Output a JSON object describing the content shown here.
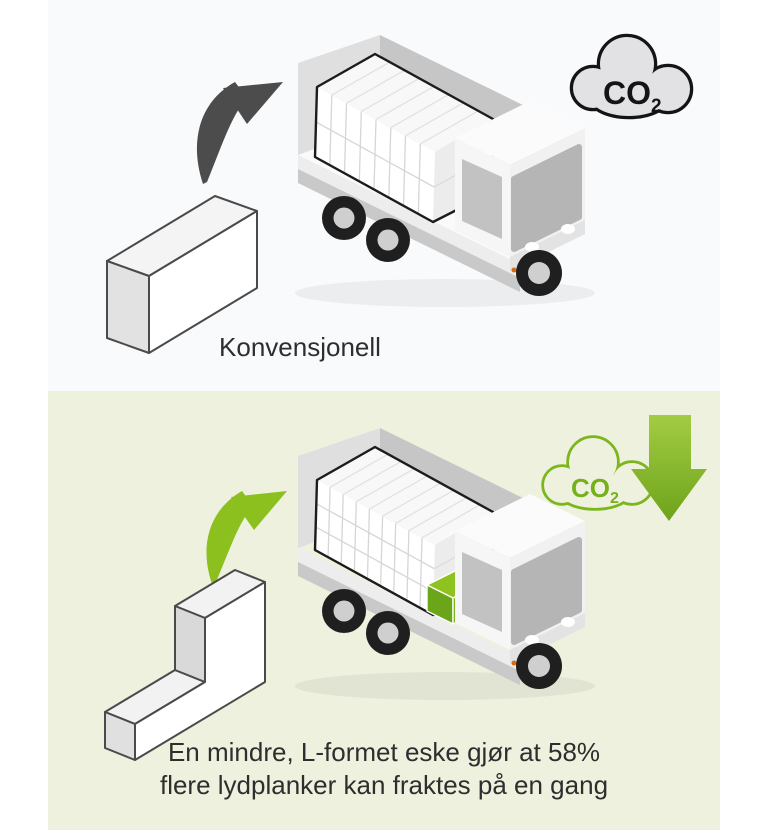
{
  "sections": {
    "conventional": {
      "label": "Konvensjonell",
      "bg": "#f9fafb",
      "arrow_color": "#4c4c4c",
      "co2": {
        "base": "CO",
        "sub": "2",
        "color": "#141414"
      }
    },
    "improved": {
      "caption_line1": "En mindre, L-formet eske gjør at 58%",
      "caption_line2": "flere lydplanker kan fraktes på en gang",
      "bg": "#eef1de",
      "accent_green": "#8bc01f",
      "co2": {
        "base": "CO",
        "sub": "2",
        "color": "#76b11b",
        "cloud_stroke": "#7cb61e"
      }
    }
  }
}
